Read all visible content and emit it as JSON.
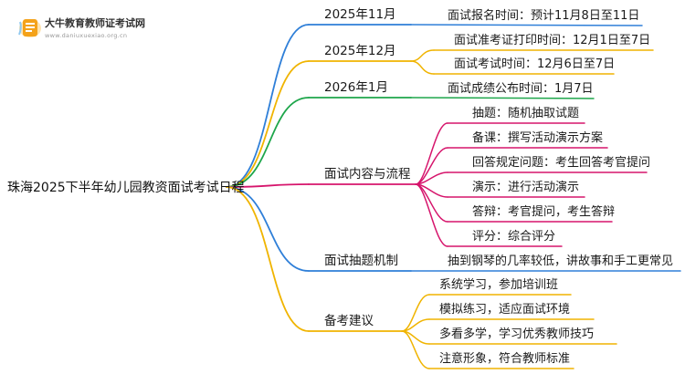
{
  "logo": {
    "title": "大牛教育教师证考试网",
    "url": "www.daniuxuexiao.org.cn"
  },
  "root": "珠海2025下半年幼儿园教资面试考试日程",
  "branches": [
    {
      "label": "2025年11月",
      "color": "#2f7fd8",
      "children": [
        "面试报名时间：预计11月8日至11日"
      ]
    },
    {
      "label": "2025年12月",
      "color": "#f0b400",
      "children": [
        "面试准考证打印时间：12月1日至7日",
        "面试考试时间：12月6日至7日"
      ]
    },
    {
      "label": "2026年1月",
      "color": "#1ea64b",
      "children": [
        "面试成绩公布时间：1月7日"
      ]
    },
    {
      "label": "面试内容与流程",
      "color": "#d6156c",
      "children": [
        "抽题：随机抽取试题",
        "备课：撰写活动演示方案",
        "回答规定问题：考生回答考官提问",
        "演示：进行活动演示",
        "答辩：考官提问，考生答辩",
        "评分：综合评分"
      ]
    },
    {
      "label": "面试抽题机制",
      "color": "#2f7fd8",
      "children": [
        "抽到钢琴的几率较低，讲故事和手工更常见"
      ]
    },
    {
      "label": "备考建议",
      "color": "#f0b400",
      "children": [
        "系统学习，参加培训班",
        "模拟练习，适应面试环境",
        "多看多学，学习优秀教师技巧",
        "注意形象，符合教师标准"
      ]
    }
  ]
}
